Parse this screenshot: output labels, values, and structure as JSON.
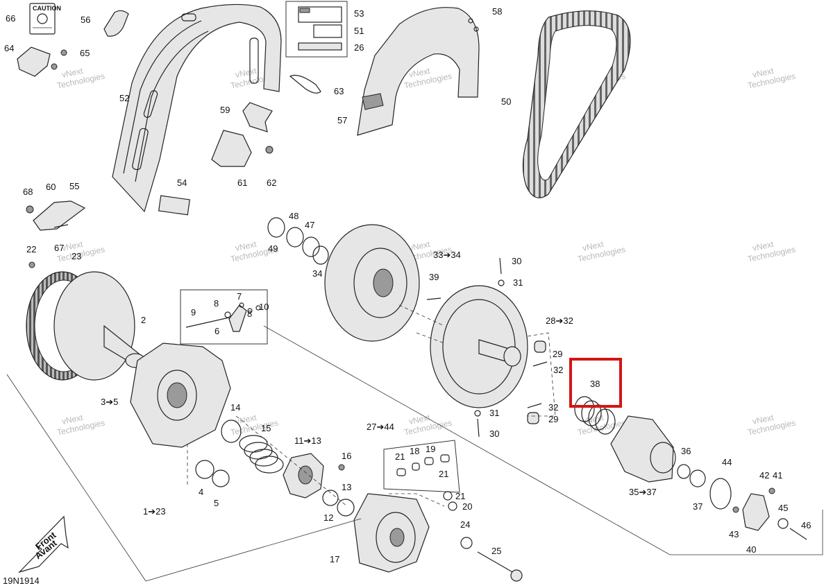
{
  "diagram_code": "19N1914",
  "watermark": [
    "vNext",
    "Technologies"
  ],
  "watermark_positions_hint": "repeated",
  "highlighted_part": "38",
  "front_arrow": {
    "line1": "Front",
    "line2": "Avant"
  },
  "decal_label": "CAUTION",
  "highlight_color": "#d41414",
  "callouts": [
    {
      "id": "c66",
      "text": "66"
    },
    {
      "id": "c56",
      "text": "56"
    },
    {
      "id": "c53",
      "text": "53"
    },
    {
      "id": "c51",
      "text": "51"
    },
    {
      "id": "c26",
      "text": "26"
    },
    {
      "id": "c58",
      "text": "58"
    },
    {
      "id": "c64",
      "text": "64"
    },
    {
      "id": "c65",
      "text": "65"
    },
    {
      "id": "c63",
      "text": "63"
    },
    {
      "id": "c52",
      "text": "52"
    },
    {
      "id": "c50",
      "text": "50"
    },
    {
      "id": "c59",
      "text": "59"
    },
    {
      "id": "c57",
      "text": "57"
    },
    {
      "id": "c61",
      "text": "61"
    },
    {
      "id": "c62",
      "text": "62"
    },
    {
      "id": "c68",
      "text": "68"
    },
    {
      "id": "c60",
      "text": "60"
    },
    {
      "id": "c55",
      "text": "55"
    },
    {
      "id": "c54",
      "text": "54"
    },
    {
      "id": "c48",
      "text": "48"
    },
    {
      "id": "c47",
      "text": "47"
    },
    {
      "id": "c49",
      "text": "49"
    },
    {
      "id": "c67",
      "text": "67"
    },
    {
      "id": "c22",
      "text": "22"
    },
    {
      "id": "c23",
      "text": "23"
    },
    {
      "id": "c34",
      "text": "34"
    },
    {
      "id": "c3334",
      "text": "33➔34"
    },
    {
      "id": "c30a",
      "text": "30"
    },
    {
      "id": "c31a",
      "text": "31"
    },
    {
      "id": "c39",
      "text": "39"
    },
    {
      "id": "c2",
      "text": "2"
    },
    {
      "id": "c9",
      "text": "9"
    },
    {
      "id": "c8a",
      "text": "8"
    },
    {
      "id": "c7",
      "text": "7"
    },
    {
      "id": "c8b",
      "text": "8"
    },
    {
      "id": "c10",
      "text": "10"
    },
    {
      "id": "c6",
      "text": "6"
    },
    {
      "id": "c2832",
      "text": "28➔32"
    },
    {
      "id": "c29a",
      "text": "29"
    },
    {
      "id": "c32a",
      "text": "32"
    },
    {
      "id": "c38",
      "text": "38"
    },
    {
      "id": "c35",
      "text": "3➔5"
    },
    {
      "id": "c14",
      "text": "14"
    },
    {
      "id": "c15",
      "text": "15"
    },
    {
      "id": "c2744",
      "text": "27➔44"
    },
    {
      "id": "c31b",
      "text": "31"
    },
    {
      "id": "c32b",
      "text": "32"
    },
    {
      "id": "c29b",
      "text": "29"
    },
    {
      "id": "c30b",
      "text": "30"
    },
    {
      "id": "c1113",
      "text": "11➔13"
    },
    {
      "id": "c16",
      "text": "16"
    },
    {
      "id": "c21a",
      "text": "21"
    },
    {
      "id": "c18",
      "text": "18"
    },
    {
      "id": "c19",
      "text": "19"
    },
    {
      "id": "c21b",
      "text": "21"
    },
    {
      "id": "c36",
      "text": "36"
    },
    {
      "id": "c44",
      "text": "44"
    },
    {
      "id": "c3537",
      "text": "35➔37"
    },
    {
      "id": "c42",
      "text": "42"
    },
    {
      "id": "c41",
      "text": "41"
    },
    {
      "id": "c4",
      "text": "4"
    },
    {
      "id": "c5",
      "text": "5"
    },
    {
      "id": "c12",
      "text": "12"
    },
    {
      "id": "c13",
      "text": "13"
    },
    {
      "id": "c21c",
      "text": "21"
    },
    {
      "id": "c20",
      "text": "20"
    },
    {
      "id": "c37",
      "text": "37"
    },
    {
      "id": "c45",
      "text": "45"
    },
    {
      "id": "c43",
      "text": "43"
    },
    {
      "id": "c123",
      "text": "1➔23"
    },
    {
      "id": "c24",
      "text": "24"
    },
    {
      "id": "c25",
      "text": "25"
    },
    {
      "id": "c46",
      "text": "46"
    },
    {
      "id": "c40",
      "text": "40"
    },
    {
      "id": "c17",
      "text": "17"
    }
  ]
}
